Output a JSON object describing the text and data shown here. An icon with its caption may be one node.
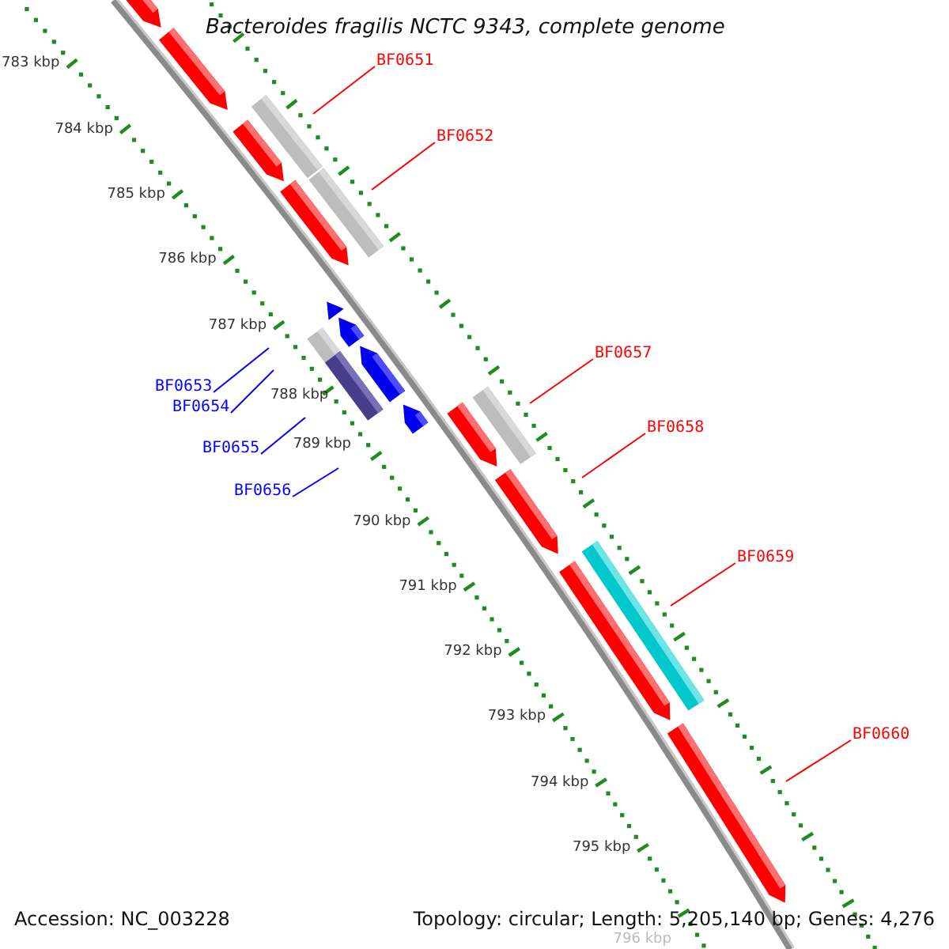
{
  "diagram": {
    "title": "Bacteroides fragilis NCTC 9343, complete genome",
    "nodes": [
      {
        "text": [
          "BF0651"
        ]
      },
      {
        "text": [
          "BF0652"
        ]
      },
      {
        "text": [
          "BF0653"
        ]
      },
      {
        "text": [
          "BF0654"
        ]
      },
      {
        "text": [
          "BF0655"
        ]
      },
      {
        "text": [
          "BF0656"
        ]
      },
      {
        "text": [
          "BF0657"
        ]
      },
      {
        "text": [
          "BF0658"
        ]
      },
      {
        "text": [
          "BF0659"
        ]
      },
      {
        "text": [
          "BF0660"
        ]
      }
    ],
    "edges": [
      {
        "from": 0,
        "to": null,
        "arrow": "none"
      },
      {
        "from": 1,
        "to": null,
        "arrow": "none"
      },
      {
        "from": 2,
        "to": null,
        "arrow": "none",
        "color": "#0000ff"
      },
      {
        "from": 3,
        "to": null,
        "arrow": "none",
        "color": "#0000ff"
      },
      {
        "from": 4,
        "to": null,
        "arrow": "none",
        "color": "#0000ff"
      },
      {
        "from": 5,
        "to": null,
        "arrow": "none",
        "color": "#0000ff"
      },
      {
        "from": 6,
        "to": null,
        "arrow": "none"
      },
      {
        "from": 7,
        "to": null,
        "arrow": "none"
      },
      {
        "from": 8,
        "to": null,
        "arrow": "none"
      },
      {
        "from": 9,
        "to": null,
        "arrow": "none"
      }
    ],
    "labels": [
      "783 kbp",
      "784 kbp",
      "785 kbp",
      "786 kbp",
      "787 kbp",
      "788 kbp",
      "789 kbp",
      "790 kbp",
      "791 kbp",
      "792 kbp",
      "793 kbp",
      "794 kbp",
      "795 kbp",
      "796 kbp",
      "Accession: NC_003228",
      "Topology: circular; Length: 5,205,140 bp; Genes: 4,276"
    ]
  }
}
